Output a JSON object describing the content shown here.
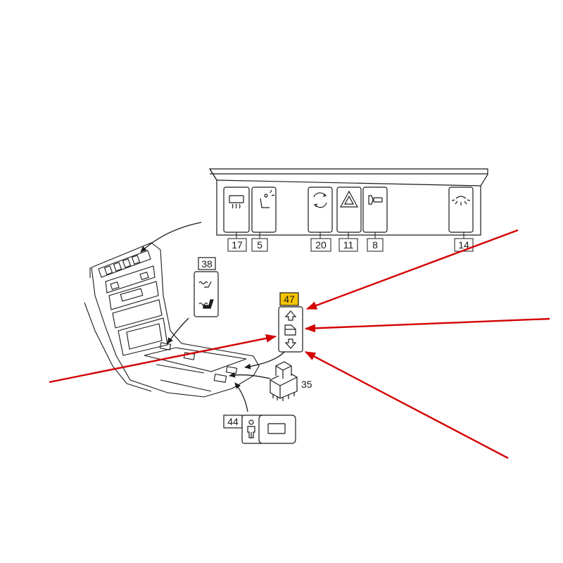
{
  "colors": {
    "line": "#1a1a1a",
    "arrow": "#d40000",
    "highlight": "#f5c400",
    "panel_fill": "#ffffff"
  },
  "panel": {
    "switches": [
      {
        "callout": "17",
        "icon": "rear-defrost-icon"
      },
      {
        "callout": "5",
        "icon": "seat-adjust-icon"
      },
      {
        "callout": "20",
        "icon": "recirculation-icon"
      },
      {
        "callout": "11",
        "icon": "hazard-triangle-icon"
      },
      {
        "callout": "8",
        "icon": "light-switch-icon"
      },
      {
        "callout": "14",
        "icon": "interior-light-icon"
      }
    ]
  },
  "callouts": {
    "seat_heater": "38",
    "window_switch": "47",
    "switch_module": "35",
    "occupant_switch": "44"
  }
}
